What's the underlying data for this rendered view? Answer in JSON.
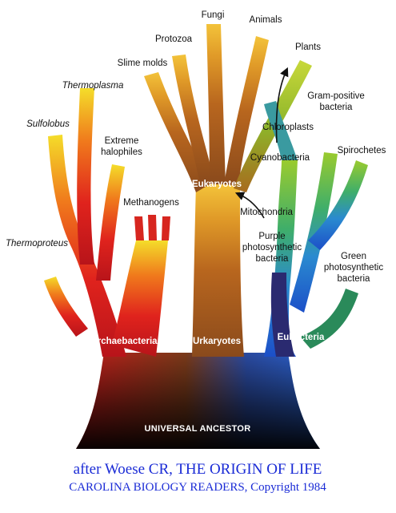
{
  "diagram": {
    "branches": {
      "fungi": "Fungi",
      "animals": "Animals",
      "protozoa": "Protozoa",
      "plants": "Plants",
      "slime_molds": "Slime molds",
      "thermoplasma": "Thermoplasma",
      "gram_positive_line1": "Gram-positive",
      "gram_positive_line2": "bacteria",
      "sulfolobus": "Sulfolobus",
      "chloroplasts": "Chloroplasts",
      "extreme_halophiles_line1": "Extreme",
      "extreme_halophiles_line2": "halophiles",
      "spirochetes": "Spirochetes",
      "cyanobacteria": "Cyanobacteria",
      "eukaryotes": "Eukaryotes",
      "methanogens": "Methanogens",
      "mitochondria": "Mitochondria",
      "purple_line1": "Purple",
      "purple_line2": "photosynthetic",
      "purple_line3": "bacteria",
      "thermoproteus": "Thermoproteus",
      "green_line1": "Green",
      "green_line2": "photosynthetic",
      "green_line3": "bacteria",
      "archaebacteria": "Archaebacteria",
      "urkaryotes": "Urkaryotes",
      "eubacteria": "Eubacteria",
      "universal_ancestor": "UNIVERSAL ANCESTOR"
    }
  },
  "caption": {
    "line1": "after Woese CR, THE ORIGIN OF LIFE",
    "line2": "CAROLINA BIOLOGY READERS, Copyright 1984"
  }
}
